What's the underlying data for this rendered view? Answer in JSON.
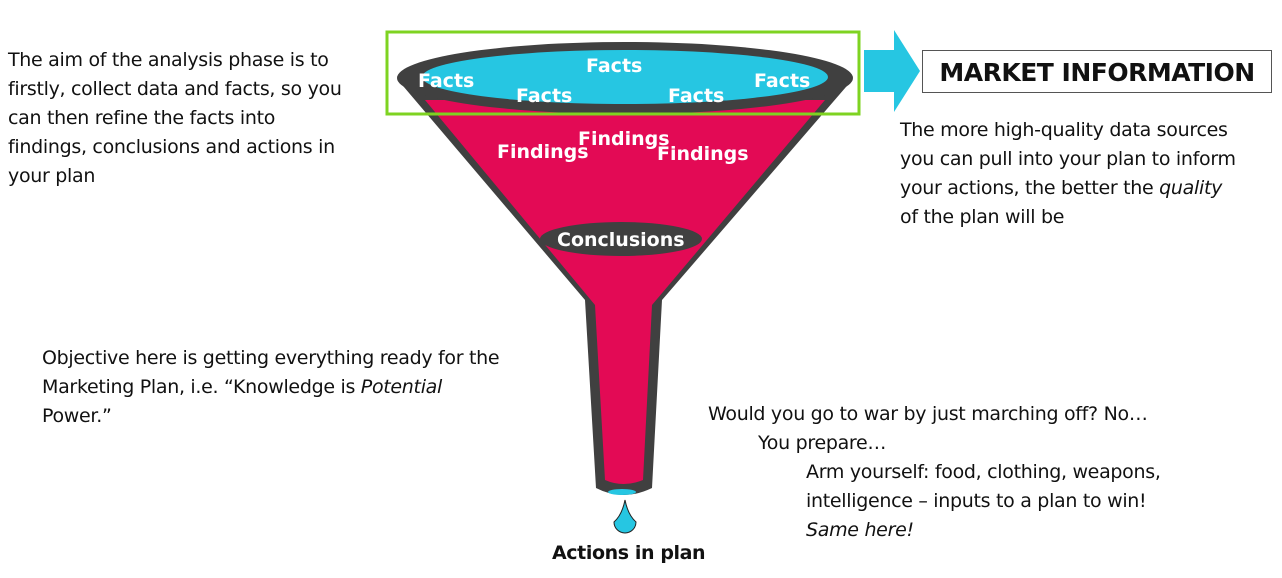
{
  "left_text": [
    "The aim of the analysis phase is to",
    "firstly, collect data and facts, so you",
    "can then refine the facts into",
    "findings, conclusions and actions in",
    "your plan"
  ],
  "objective": {
    "line1": "Objective here is getting everything ready for the",
    "line2_pre": "Marketing Plan, i.e. “Knowledge is ",
    "line2_em": "Potential",
    "line3": "Power.”"
  },
  "funnel": {
    "facts": [
      "Facts",
      "Facts",
      "Facts",
      "Facts",
      "Facts"
    ],
    "findings": [
      "Findings",
      "Findings",
      "Findings"
    ],
    "conclusions": "Conclusions",
    "actions": "Actions in plan"
  },
  "market_info": "MARKET INFORMATION",
  "right_text": {
    "l1": "The more high-quality data sources",
    "l2": "you can pull into your plan to inform",
    "l3_pre": "your actions, the better the ",
    "l3_em": "quality",
    "l4": "of the plan will be"
  },
  "war": {
    "l1": "Would you go to war by just marching off? No…",
    "l2": "You prepare…",
    "l3": "Arm yourself: food, clothing, weapons,",
    "l4": "intelligence – inputs to a plan to win!",
    "l5": "Same here!"
  },
  "colors": {
    "cyan": "#26c6e2",
    "magenta": "#e30a55",
    "rim": "#404040",
    "green": "#7ed321"
  }
}
